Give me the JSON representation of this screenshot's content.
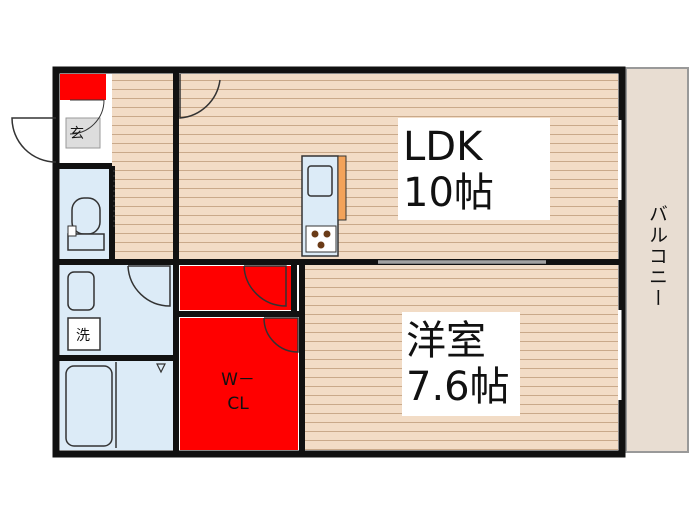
{
  "rooms": {
    "ldk": {
      "name": "LDK",
      "size": "10帖"
    },
    "western": {
      "name": "洋室",
      "size": "7.6帖"
    },
    "wcl": {
      "label": "W－\nCL"
    },
    "entrance": {
      "label": "玄"
    },
    "laundry": {
      "label": "洗"
    },
    "balcony": {
      "label": "バルコニー"
    }
  },
  "colors": {
    "wall": "#111111",
    "floor": "#f2dcc6",
    "floor_line": "#c9a98a",
    "wet": "#dcebf7",
    "closet": "#ff0000",
    "balcony": "#e8ddd2"
  }
}
